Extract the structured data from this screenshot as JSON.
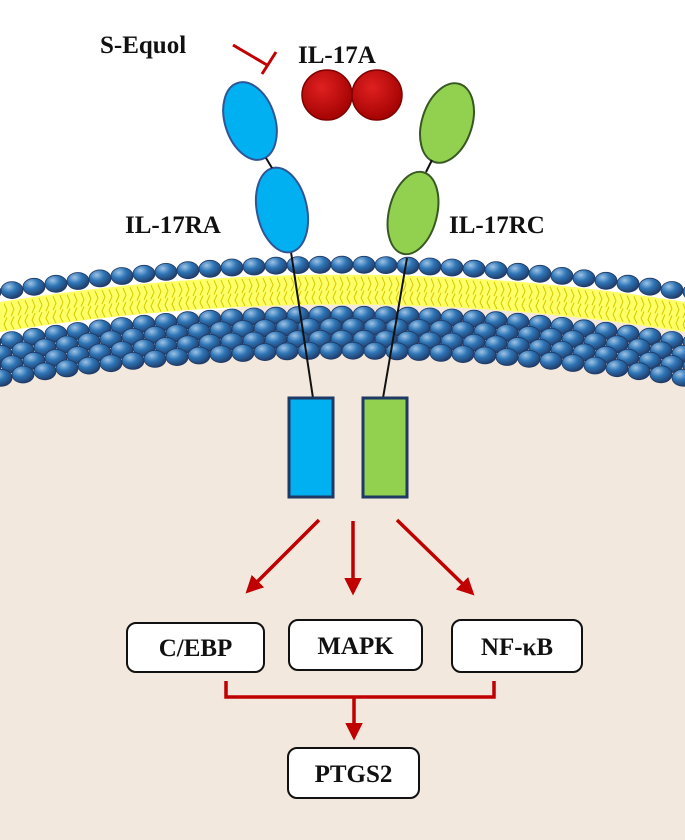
{
  "labels": {
    "inhibitor": "S-Equol",
    "ligand": "IL-17A",
    "receptor_a": "IL-17RA",
    "receptor_c": "IL-17RC"
  },
  "pathways": {
    "cebp": "C/EBP",
    "mapk": "MAPK",
    "nfkb": "NF-κB"
  },
  "target": {
    "gene": "PTGS2"
  },
  "colors": {
    "receptor_a": "#00b0f0",
    "receptor_c": "#92d050",
    "ligand": "#c00000",
    "arrows": "#c00000",
    "membrane_heads": "#2e75b6",
    "membrane_tails": "#ffff66",
    "cytoplasm": "#f2e8dd"
  }
}
